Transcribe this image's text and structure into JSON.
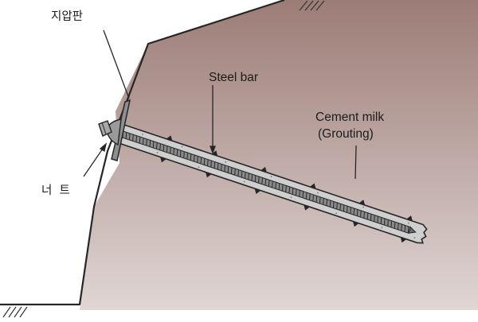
{
  "colors": {
    "soil_top": "#9c7c76",
    "soil_bottom": "#e0d6d4",
    "outline": "#262626",
    "grout_fill": "#cfcfcf",
    "bar_fill": "#8a8a8a",
    "plate_fill": "#8f8f8f"
  },
  "labels": {
    "bearing_plate": "지압판",
    "steel_bar": "Steel bar",
    "cement_milk_line1": "Cement milk",
    "cement_milk_line2": "(Grouting)",
    "nut": "너  트"
  }
}
